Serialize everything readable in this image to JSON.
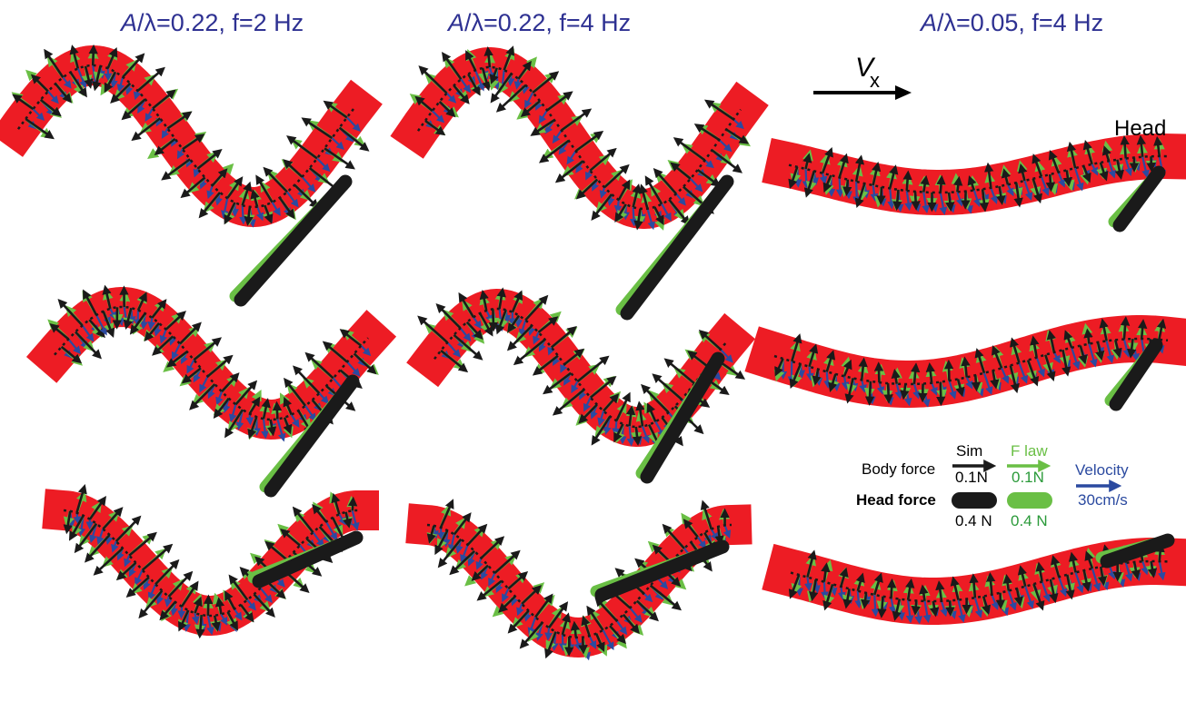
{
  "columns": [
    {
      "a": "A",
      "slash": "/",
      "lambda": "λ",
      "rest": "=0.22, f=2 Hz"
    },
    {
      "a": "A",
      "slash": "/",
      "lambda": "λ",
      "rest": "=0.22, f=4 Hz"
    },
    {
      "a": "A",
      "slash": "/",
      "lambda": "λ",
      "rest": "=0.05, f=4 Hz"
    }
  ],
  "vx": {
    "symbol": "V",
    "subscript": "x"
  },
  "head_label": "Head",
  "legend": {
    "body_force": "Body force",
    "head_force": "Head force",
    "sim": "Sim",
    "f_law": "F law",
    "velocity": "Velocity",
    "sim_body_scale": "0.1N",
    "flaw_body_scale": "0.1N",
    "velocity_scale": "30cm/s",
    "sim_head_scale": "0.4 N",
    "flaw_head_scale": "0.4 N"
  },
  "colors": {
    "body": "#ed1c24",
    "sim_force": "#1a1a1a",
    "flaw_force": "#6abf45",
    "velocity": "#2b4aa0",
    "title": "#2e3192",
    "flaw_text": "#2b9a3a"
  }
}
